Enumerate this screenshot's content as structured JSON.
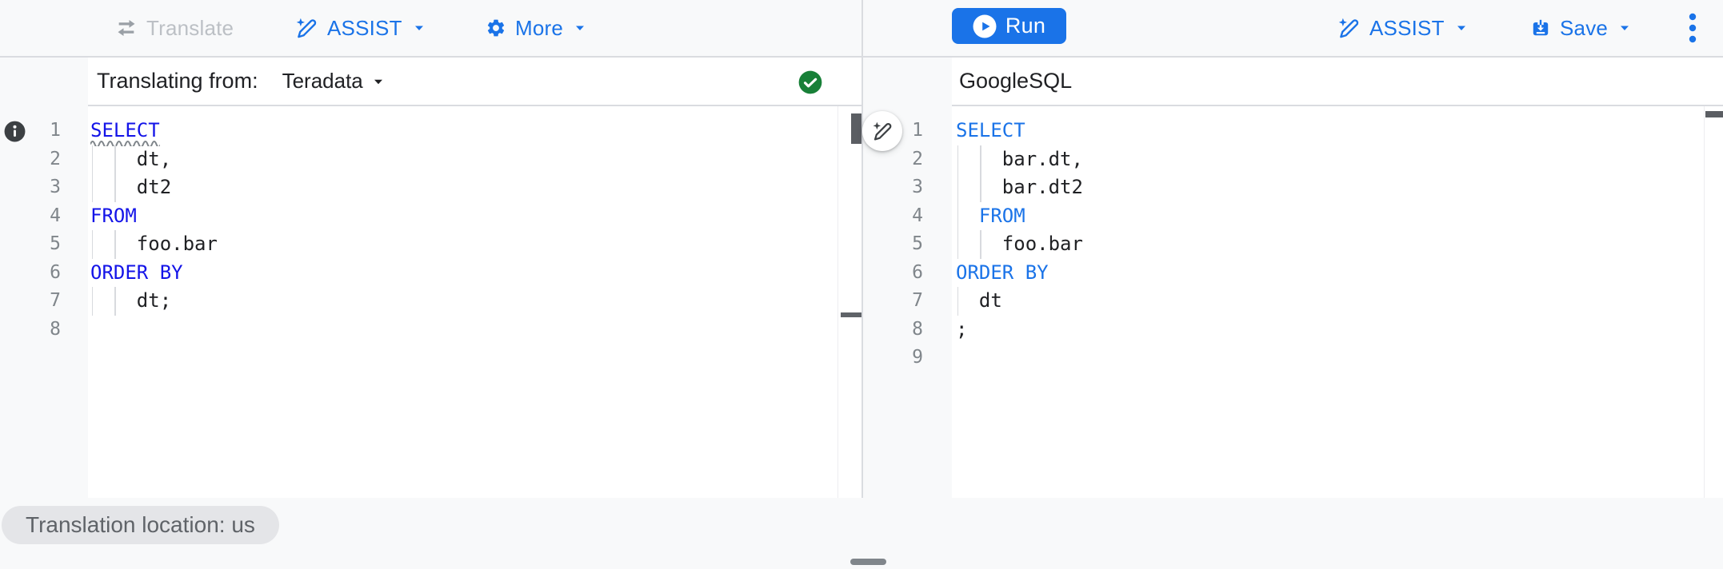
{
  "colors": {
    "accent_blue": "#1a73e8",
    "keyword_blue_source": "#1414e8",
    "keyword_blue_target": "#1a73e8",
    "success_green": "#188038",
    "toolbar_bg": "#f8f9fa",
    "disabled_text": "#bcc0c5",
    "code_text": "#202124",
    "line_number_gray": "#80868b"
  },
  "icons": {
    "translate": "swap-horizontal-arrows",
    "assist": "sparkle-pen",
    "more": "gear",
    "run": "play-circle",
    "save": "save-download-tray",
    "overflow": "three-dot-vertical",
    "dropdown": "caret-down",
    "source_status": "check-circle",
    "line_info": "info-circle",
    "wand": "sparkle-pen"
  },
  "toolbar": {
    "translate_label": "Translate",
    "assist_label": "ASSIST",
    "more_label": "More",
    "run_label": "Run",
    "save_label": "Save"
  },
  "source_panel": {
    "header_label": "Translating from:",
    "dialect_selected": "Teradata",
    "editor": {
      "lines": [
        {
          "n": 1,
          "segments": [
            {
              "t": "SELECT",
              "c": "kw",
              "sq": true
            }
          ],
          "guides": 0
        },
        {
          "n": 2,
          "segments": [
            {
              "t": "    dt,",
              "c": "tx"
            }
          ],
          "guides": 2
        },
        {
          "n": 3,
          "segments": [
            {
              "t": "    dt2",
              "c": "tx"
            }
          ],
          "guides": 2
        },
        {
          "n": 4,
          "segments": [
            {
              "t": "FROM",
              "c": "kw"
            }
          ],
          "guides": 0
        },
        {
          "n": 5,
          "segments": [
            {
              "t": "    foo.bar",
              "c": "tx"
            }
          ],
          "guides": 2
        },
        {
          "n": 6,
          "segments": [
            {
              "t": "ORDER BY",
              "c": "kw"
            }
          ],
          "guides": 0
        },
        {
          "n": 7,
          "segments": [
            {
              "t": "    dt;",
              "c": "tx"
            }
          ],
          "guides": 2
        },
        {
          "n": 8,
          "segments": [],
          "guides": 0
        }
      ]
    }
  },
  "target_panel": {
    "title": "GoogleSQL",
    "editor": {
      "lines": [
        {
          "n": 1,
          "segments": [
            {
              "t": "SELECT",
              "c": "kw"
            }
          ],
          "guides": 0
        },
        {
          "n": 2,
          "segments": [
            {
              "t": "    bar.dt,",
              "c": "tx"
            }
          ],
          "guides": 2
        },
        {
          "n": 3,
          "segments": [
            {
              "t": "    bar.dt2",
              "c": "tx"
            }
          ],
          "guides": 2
        },
        {
          "n": 4,
          "segments": [
            {
              "t": "  ",
              "c": "tx"
            },
            {
              "t": "FROM",
              "c": "kw"
            }
          ],
          "guides": 1
        },
        {
          "n": 5,
          "segments": [
            {
              "t": "    foo.bar",
              "c": "tx"
            }
          ],
          "guides": 2
        },
        {
          "n": 6,
          "segments": [
            {
              "t": "ORDER BY",
              "c": "kw"
            }
          ],
          "guides": 0
        },
        {
          "n": 7,
          "segments": [
            {
              "t": "  dt",
              "c": "tx"
            }
          ],
          "guides": 1
        },
        {
          "n": 8,
          "segments": [
            {
              "t": ";",
              "c": "tx"
            }
          ],
          "guides": 0
        },
        {
          "n": 9,
          "segments": [],
          "guides": 0
        }
      ]
    }
  },
  "status_chip": {
    "label": "Translation location: us"
  }
}
